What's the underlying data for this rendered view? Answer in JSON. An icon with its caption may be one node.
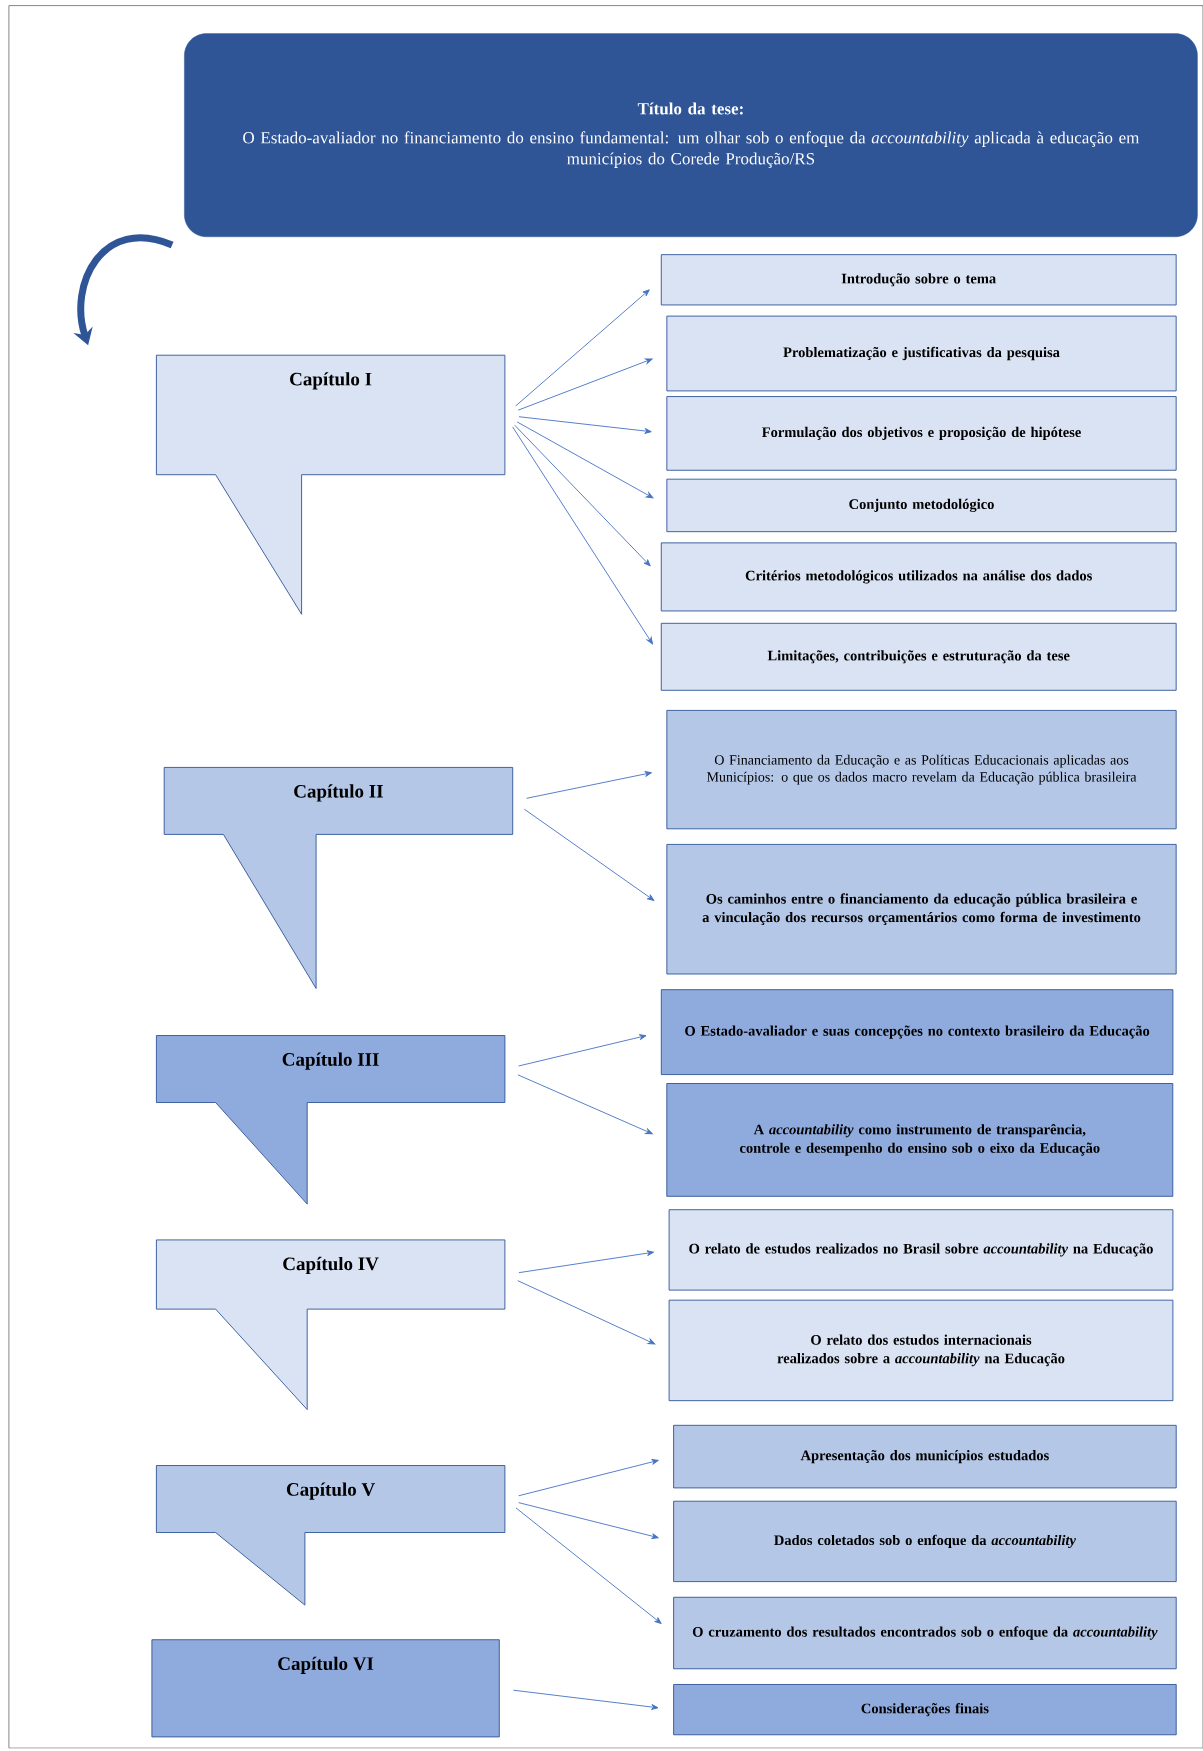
{
  "diagram": {
    "nodes": [
      {
        "text": [
          "Título da tese:",
          "O Estado-avaliador no financiamento do ensino fundamental: um olhar sob o enfoque da *accountability* aplicada à educação em municípios do Corede Produção/RS"
        ]
      },
      {
        "text": [
          "Capítulo I"
        ]
      },
      {
        "text": [
          "Introdução sobre o tema"
        ]
      },
      {
        "text": [
          "Problematização e justificativas da pesquisa"
        ]
      },
      {
        "text": [
          "Formulação dos objetivos e proposição de hipótese"
        ]
      },
      {
        "text": [
          "Conjunto metodológico"
        ]
      },
      {
        "text": [
          "Critérios metodológicos utilizados na análise dos dados"
        ]
      },
      {
        "text": [
          "Limitações, contribuições e estruturação da tese"
        ]
      },
      {
        "text": [
          "Capítulo II"
        ]
      },
      {
        "text": [
          "O Financiamento da Educação e as Políticas Educacionais aplicadas aos Municípios: o que os dados macro revelam da Educação pública brasileira"
        ]
      },
      {
        "text": [
          "Os caminhos entre o financiamento da educação pública brasileira e a vinculação dos recursos orçamentários como forma de investimento"
        ]
      },
      {
        "text": [
          "Capítulo III"
        ]
      },
      {
        "text": [
          "O Estado-avaliador e suas concepções no contexto brasileiro da Educação"
        ]
      },
      {
        "text": [
          "A *accountability* como instrumento de transparência, controle e desempenho do ensino sob o eixo da Educação"
        ]
      },
      {
        "text": [
          "Capítulo IV"
        ]
      },
      {
        "text": [
          "O relato de estudos realizados no Brasil sobre *accountability* na Educação"
        ]
      },
      {
        "text": [
          "O relato dos estudos internacionais realizados sobre a *accountability* na Educação"
        ]
      },
      {
        "text": [
          "Capítulo V"
        ]
      },
      {
        "text": [
          "Apresentação dos municípios estudados"
        ]
      },
      {
        "text": [
          "Dados coletados sob o enfoque da *accountability*"
        ]
      },
      {
        "text": [
          "O cruzamento dos resultados encontrados sob o enfoque da *accountability*"
        ]
      },
      {
        "text": [
          "Capítulo VI"
        ]
      },
      {
        "text": [
          "Considerações finais"
        ]
      }
    ],
    "edges": [
      {
        "from": 0,
        "to": 1,
        "arrow": "to",
        "style": "thick",
        "color": "#2f5597"
      },
      {
        "from": 1,
        "to": 2,
        "arrow": "to"
      },
      {
        "from": 1,
        "to": 3,
        "arrow": "to"
      },
      {
        "from": 1,
        "to": 4,
        "arrow": "to"
      },
      {
        "from": 1,
        "to": 5,
        "arrow": "to"
      },
      {
        "from": 1,
        "to": 6,
        "arrow": "to"
      },
      {
        "from": 1,
        "to": 7,
        "arrow": "to"
      },
      {
        "from": 8,
        "to": 9,
        "arrow": "to"
      },
      {
        "from": 8,
        "to": 10,
        "arrow": "to"
      },
      {
        "from": 11,
        "to": 12,
        "arrow": "to"
      },
      {
        "from": 11,
        "to": 13,
        "arrow": "to"
      },
      {
        "from": 14,
        "to": 15,
        "arrow": "to"
      },
      {
        "from": 14,
        "to": 16,
        "arrow": "to"
      },
      {
        "from": 17,
        "to": 18,
        "arrow": "to"
      },
      {
        "from": 17,
        "to": 19,
        "arrow": "to"
      },
      {
        "from": 17,
        "to": 20,
        "arrow": "to"
      },
      {
        "from": 21,
        "to": 22,
        "arrow": "to"
      }
    ]
  }
}
